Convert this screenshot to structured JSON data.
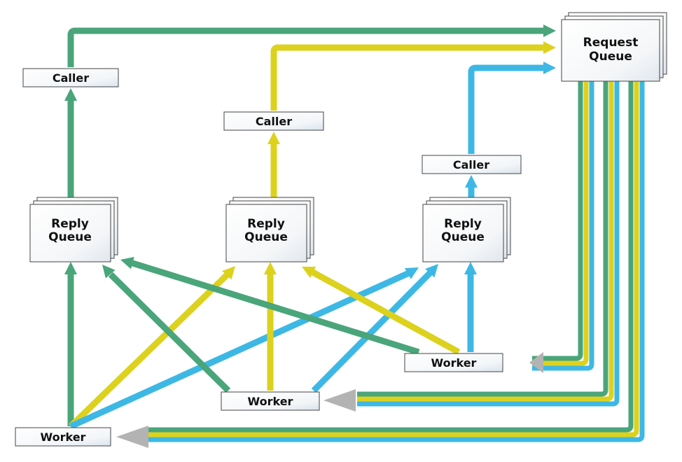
{
  "colors": {
    "green": "#4aa57a",
    "yellow": "#dcd21e",
    "blue": "#3db8e5",
    "grey": "#b3b3b3",
    "node_border": "#444444"
  },
  "request_queue": {
    "line1": "Request",
    "line2": "Queue"
  },
  "reply_queues": [
    {
      "line1": "Reply",
      "line2": "Queue",
      "color": "green"
    },
    {
      "line1": "Reply",
      "line2": "Queue",
      "color": "yellow"
    },
    {
      "line1": "Reply",
      "line2": "Queue",
      "color": "blue"
    }
  ],
  "callers": [
    {
      "label": "Caller",
      "color": "green"
    },
    {
      "label": "Caller",
      "color": "yellow"
    },
    {
      "label": "Caller",
      "color": "blue"
    }
  ],
  "workers": [
    {
      "label": "Worker"
    },
    {
      "label": "Worker"
    },
    {
      "label": "Worker"
    }
  ]
}
